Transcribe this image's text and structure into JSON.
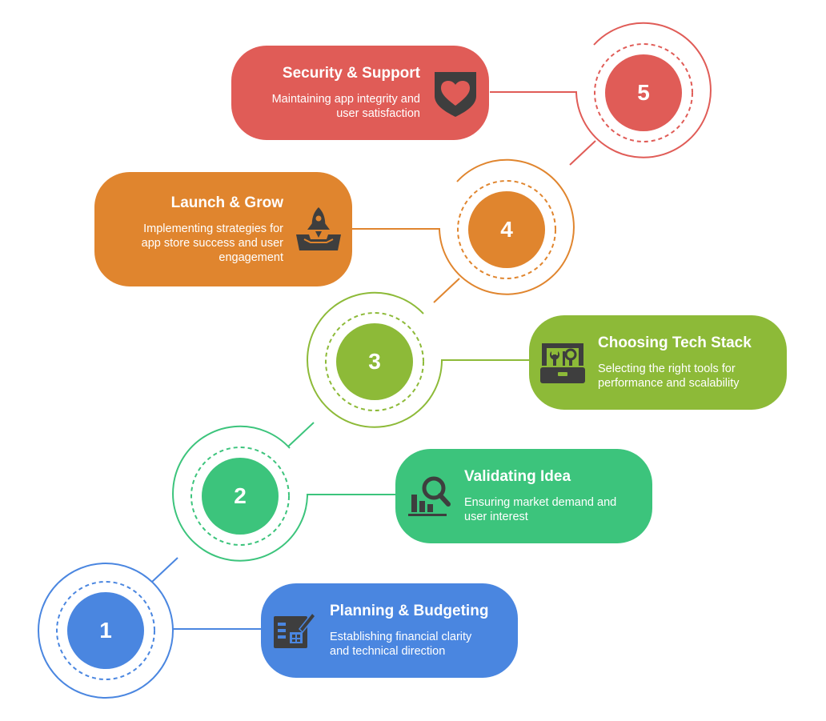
{
  "colors": {
    "step1": "#4A86E0",
    "step2": "#3CC47C",
    "step3": "#8DBA38",
    "step4": "#E0852E",
    "step5": "#E05C57",
    "icon": "#3E3E3E"
  },
  "steps": [
    {
      "number": "1",
      "title": "Planning & Budgeting",
      "description": [
        "Establishing financial clarity",
        "and technical direction"
      ],
      "icon": "budget-plan-icon"
    },
    {
      "number": "2",
      "title": "Validating Idea",
      "description": [
        "Ensuring market demand and",
        "user interest"
      ],
      "icon": "market-analysis-icon"
    },
    {
      "number": "3",
      "title": "Choosing Tech Stack",
      "description": [
        "Selecting the right tools for",
        "performance and scalability"
      ],
      "icon": "toolbox-icon"
    },
    {
      "number": "4",
      "title": "Launch & Grow",
      "description": [
        "Implementing strategies for",
        "app store success and user",
        "engagement"
      ],
      "icon": "rocket-launch-icon"
    },
    {
      "number": "5",
      "title": "Security & Support",
      "description": [
        "Maintaining app integrity and",
        "user satisfaction"
      ],
      "icon": "heart-shield-icon"
    }
  ]
}
